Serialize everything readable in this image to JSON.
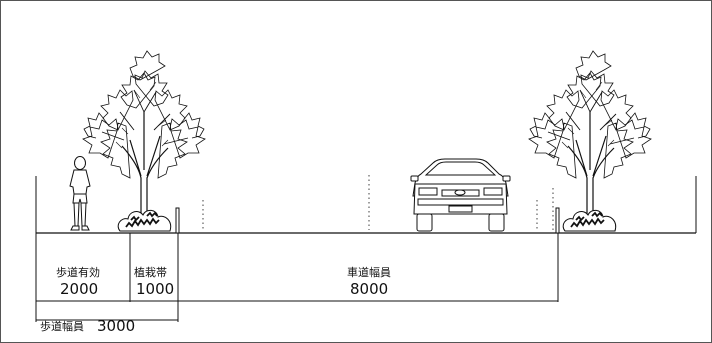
{
  "dimensions": {
    "sidewalk_effective": {
      "label": "歩道有効",
      "value": "2000"
    },
    "planting_strip": {
      "label": "植栽帯",
      "value": "1000"
    },
    "roadway_width": {
      "label": "車道幅員",
      "value": "8000"
    },
    "sidewalk_width": {
      "label": "歩道幅員",
      "value": "3000"
    }
  },
  "figures": {
    "tree_icon": "deciduous-tree-icon",
    "shrub_icon": "shrub-icon",
    "pedestrian_icon": "pedestrian-icon",
    "car_icon": "car-front-icon"
  },
  "colors": {
    "line": "#111111",
    "frame": "#555555",
    "background": "#ffffff"
  }
}
